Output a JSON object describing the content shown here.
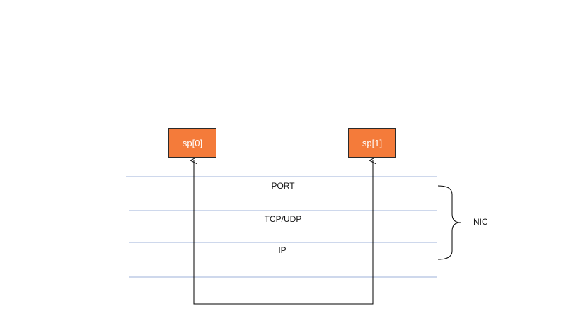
{
  "diagram": {
    "nodes": [
      {
        "id": "sp0",
        "label": "sp[0]"
      },
      {
        "id": "sp1",
        "label": "sp[1]"
      }
    ],
    "layers": [
      {
        "label": "PORT"
      },
      {
        "label": "TCP/UDP"
      },
      {
        "label": "IP"
      }
    ],
    "group_label": "NIC",
    "colors": {
      "node_fill": "#F47B3A",
      "layer_line": "#9DB0DA",
      "connector": "#000000"
    }
  }
}
